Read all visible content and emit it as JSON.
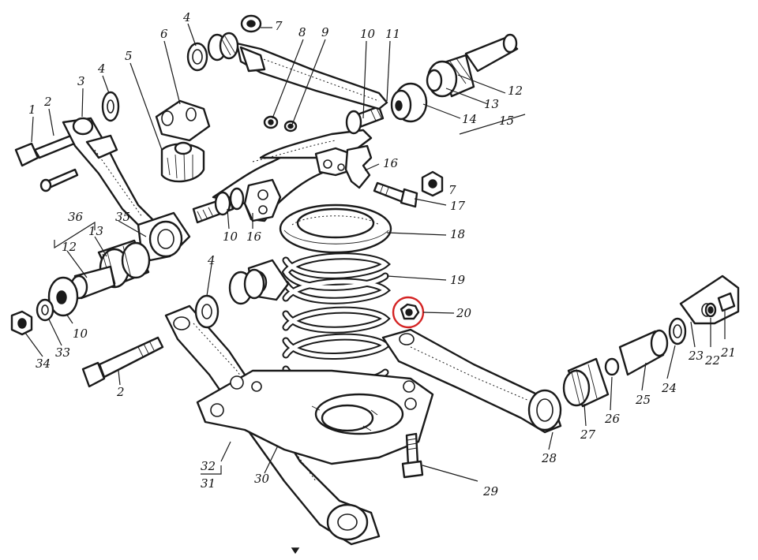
{
  "diagram": {
    "callouts": [
      {
        "id": "c1",
        "label": "1"
      },
      {
        "id": "c2a",
        "label": "2"
      },
      {
        "id": "c3",
        "label": "3"
      },
      {
        "id": "c4a",
        "label": "4"
      },
      {
        "id": "c5",
        "label": "5"
      },
      {
        "id": "c6",
        "label": "6"
      },
      {
        "id": "c4b",
        "label": "4"
      },
      {
        "id": "c7a",
        "label": "7"
      },
      {
        "id": "c8",
        "label": "8"
      },
      {
        "id": "c9",
        "label": "9"
      },
      {
        "id": "c10a",
        "label": "10"
      },
      {
        "id": "c11",
        "label": "11"
      },
      {
        "id": "c12a",
        "label": "12"
      },
      {
        "id": "c13a",
        "label": "13"
      },
      {
        "id": "c14",
        "label": "14"
      },
      {
        "id": "c15",
        "label": "15"
      },
      {
        "id": "c16a",
        "label": "16"
      },
      {
        "id": "c7b",
        "label": "7"
      },
      {
        "id": "c17",
        "label": "17"
      },
      {
        "id": "c16b",
        "label": "16"
      },
      {
        "id": "c10b",
        "label": "10"
      },
      {
        "id": "c18",
        "label": "18"
      },
      {
        "id": "c36",
        "label": "36"
      },
      {
        "id": "c13b",
        "label": "13"
      },
      {
        "id": "c35",
        "label": "35"
      },
      {
        "id": "c12b",
        "label": "12"
      },
      {
        "id": "c4c",
        "label": "4"
      },
      {
        "id": "c19",
        "label": "19"
      },
      {
        "id": "c20",
        "label": "20"
      },
      {
        "id": "c10c",
        "label": "10"
      },
      {
        "id": "c33",
        "label": "33"
      },
      {
        "id": "c34",
        "label": "34"
      },
      {
        "id": "c2b",
        "label": "2"
      },
      {
        "id": "c21",
        "label": "21"
      },
      {
        "id": "c22",
        "label": "22"
      },
      {
        "id": "c23",
        "label": "23"
      },
      {
        "id": "c24",
        "label": "24"
      },
      {
        "id": "c25",
        "label": "25"
      },
      {
        "id": "c26",
        "label": "26"
      },
      {
        "id": "c27",
        "label": "27"
      },
      {
        "id": "c28",
        "label": "28"
      },
      {
        "id": "c29",
        "label": "29"
      },
      {
        "id": "c30",
        "label": "30"
      },
      {
        "id": "c32",
        "label": "32"
      },
      {
        "id": "c31",
        "label": "31"
      }
    ],
    "highlight_color": "#d42323",
    "line_color": "#1a1a1a"
  }
}
